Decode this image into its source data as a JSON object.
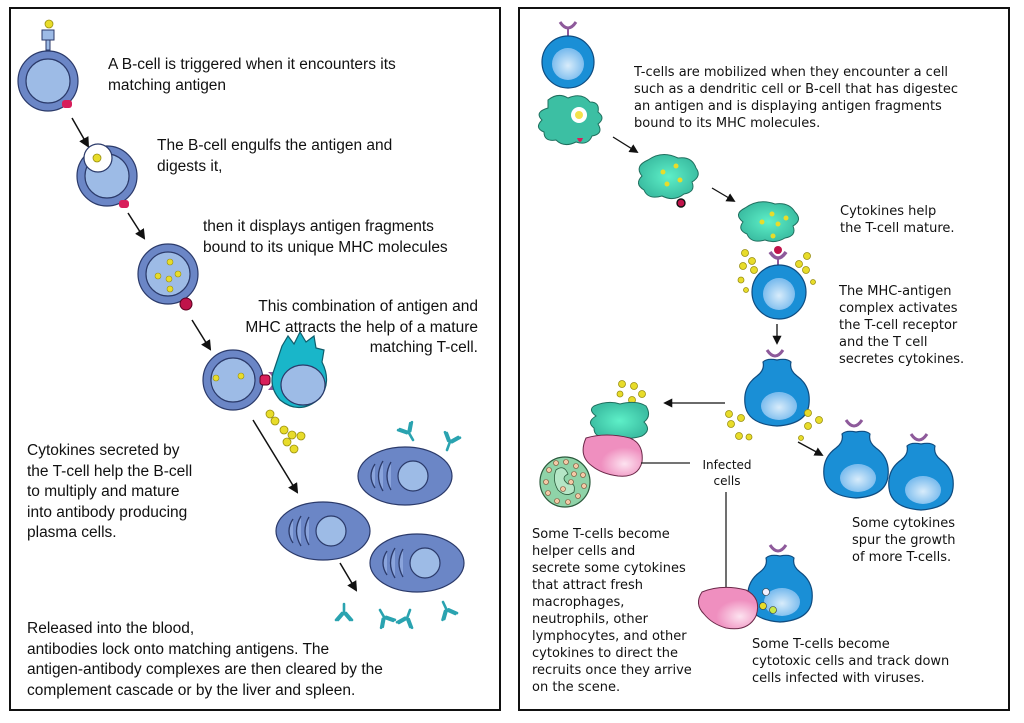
{
  "left_panel": {
    "title": "B-cell activation",
    "steps": [
      "A B-cell is triggered when it encounters its\nmatching antigen",
      "The B-cell engulfs the antigen and\ndigests it,",
      "then it displays antigen fragments\nbound to its unique MHC molecules",
      "This combination of antigen and\nMHC attracts the help of a mature\nmatching T-cell.",
      "Cytokines secreted by\nthe T-cell help the B-cell\nto multiply and mature\ninto antibody producing\nplasma cells.",
      "Released into the blood,\nantibodies lock onto matching antigens. The\nantigen-antibody complexes are then cleared by the\ncomplement cascade or by the liver and spleen."
    ]
  },
  "right_panel": {
    "title": "T-cell activation",
    "steps": [
      "T-cells are mobilized when they encounter a cell\nsuch as a dendritic cell or B-cell that has digestec\nan antigen and is displaying antigen fragments\nbound to its MHC molecules.",
      "Cytokines help\nthe T-cell mature.",
      "The MHC-antigen\ncomplex activates\nthe T-cell receptor\nand the T cell\nsecretes cytokines.",
      "Some cytokines\nspur the growth\nof more T-cells.",
      "Some T-cells become\nhelper cells and\nsecrete some cytokines\nthat attract fresh\nmacrophages,\nneutrophils, other\nlymphocytes, and other\ncytokines to direct the\nrecruits once they arrive\non the scene.",
      "Some T-cells become\ncytotoxic cells and track down\ncells infected with viruses."
    ],
    "infected_label": "Infected\ncells"
  },
  "colors": {
    "b_cell_outer": "#6b86c6",
    "b_cell_inner": "#9dbbe6",
    "t_cell": "#1a8fd6",
    "t_cell_core": "#a8d4f5",
    "dendritic": "#3cbfa3",
    "helper_cyan": "#19b6c9",
    "antigen_yellow": "#e8dc2a",
    "mhc_red": "#d81e5b",
    "receptor_purple": "#8e5a9b",
    "infected_pink": "#ef8fbf",
    "neutrophil_green": "#8fd3a8",
    "antibody_teal": "#2aa3b0"
  }
}
